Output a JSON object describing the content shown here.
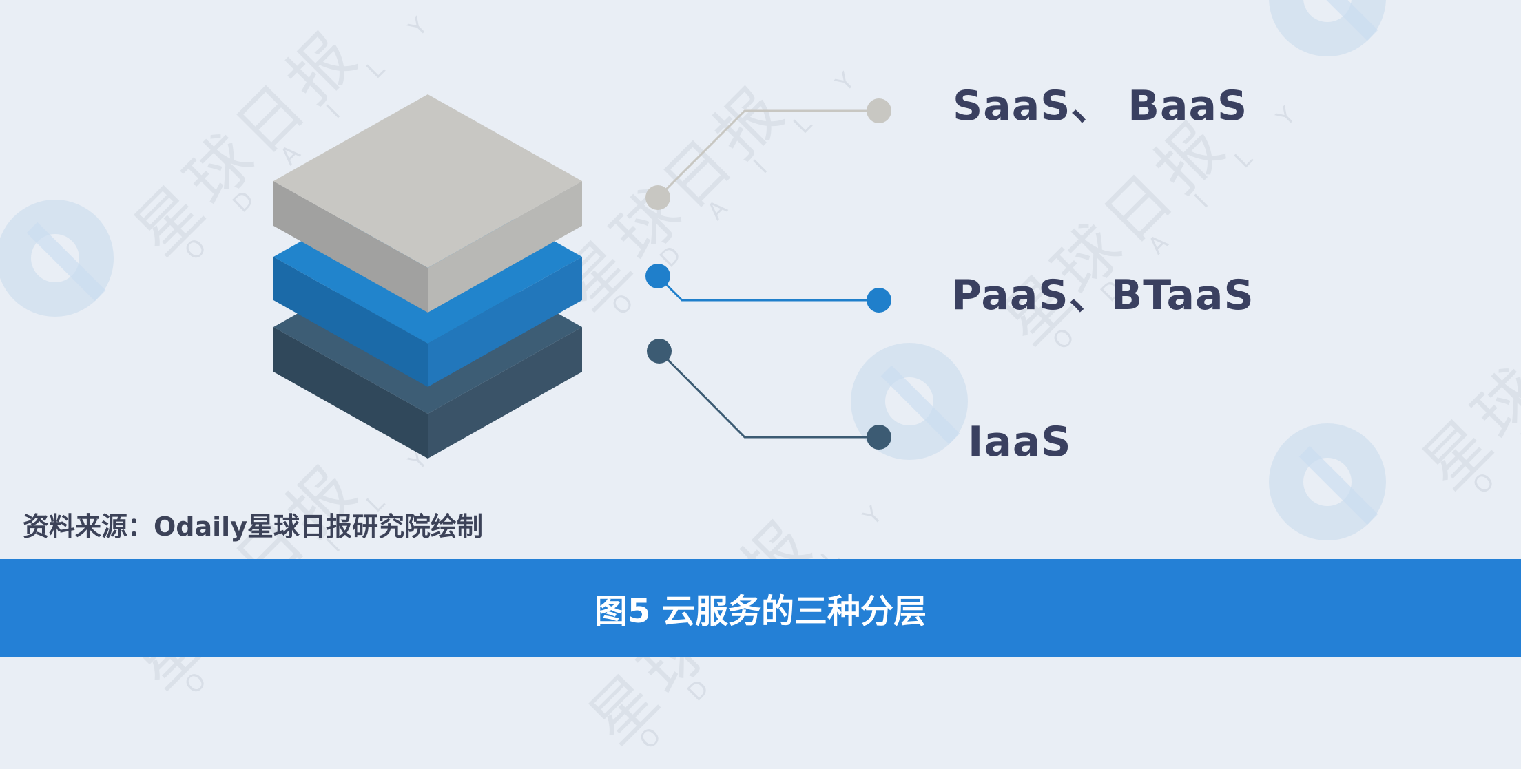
{
  "layers": [
    {
      "id": "top",
      "label": "SaaS、 BaaS",
      "color_top": "#c8c7c3",
      "color_left": "#a1a1a0",
      "color_right": "#b8b8b5",
      "dot_color": "#c8c7c2"
    },
    {
      "id": "middle",
      "label": "PaaS、BTaaS",
      "color_top": "#2184cc",
      "color_left": "#1b6aa8",
      "color_right": "#2277bb",
      "dot_color": "#1f7fcb"
    },
    {
      "id": "bottom",
      "label": "IaaS",
      "color_top": "#3d5d75",
      "color_left": "#30485b",
      "color_right": "#3a5368",
      "dot_color": "#3c5b73"
    }
  ],
  "source_note": "资料来源：Odaily星球日报研究院绘制",
  "caption": "图5 云服务的三种分层",
  "watermark": {
    "text_cn": "星球日报",
    "text_en": "ODAILY"
  },
  "colors": {
    "background": "#e9eef5",
    "caption_bar": "#2480d6",
    "label_text": "#3a4060"
  }
}
